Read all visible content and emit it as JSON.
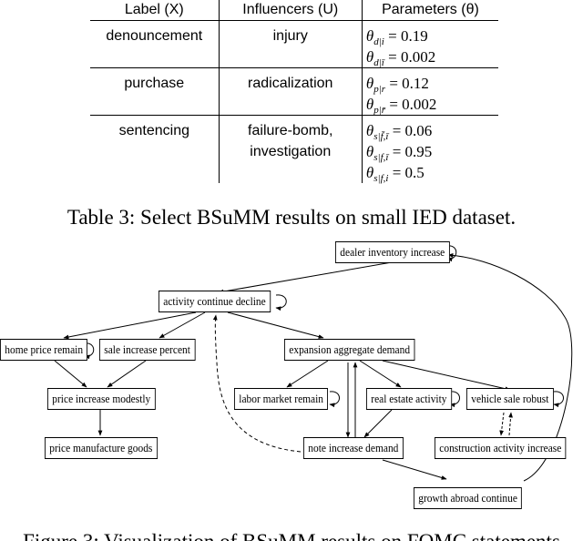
{
  "table": {
    "headers": [
      "Label (X)",
      "Influencers (U)",
      "Parameters (θ)"
    ],
    "rows": [
      {
        "label": "denouncement",
        "influencers": [
          "injury"
        ],
        "params": [
          {
            "sub": "d|i",
            "value": "= 0.19"
          },
          {
            "sub": "d|ī",
            "value": "= 0.002"
          }
        ]
      },
      {
        "label": "purchase",
        "influencers": [
          "radicalization"
        ],
        "params": [
          {
            "sub": "p|r",
            "value": "= 0.12"
          },
          {
            "sub": "p|r̄",
            "value": "= 0.002"
          }
        ]
      },
      {
        "label": "sentencing",
        "influencers": [
          "failure-bomb,",
          "investigation"
        ],
        "params": [
          {
            "sub": "s|f̄,ī",
            "value": "= 0.06"
          },
          {
            "sub": "s|f,ī",
            "value": "= 0.95"
          },
          {
            "sub": "s|f,i",
            "value": "= 0.5"
          }
        ]
      }
    ]
  },
  "caption": "Table 3: Select BSuMM results on small IED dataset.",
  "graph": {
    "nodes": [
      {
        "id": "dealer",
        "label": "dealer inventory increase"
      },
      {
        "id": "activity",
        "label": "activity continue decline"
      },
      {
        "id": "home",
        "label": "home price remain"
      },
      {
        "id": "sale",
        "label": "sale increase percent"
      },
      {
        "id": "expansion",
        "label": "expansion aggregate demand"
      },
      {
        "id": "price_inc",
        "label": "price increase modestly"
      },
      {
        "id": "labor",
        "label": "labor market remain"
      },
      {
        "id": "real_estate",
        "label": "real estate activity"
      },
      {
        "id": "vehicle",
        "label": "vehicle sale robust"
      },
      {
        "id": "construction",
        "label": "construction activity increase"
      },
      {
        "id": "note",
        "label": "note increase demand"
      },
      {
        "id": "price_man",
        "label": "price manufacture goods"
      },
      {
        "id": "growth",
        "label": "growth abroad continue"
      }
    ]
  },
  "figure_caption": "Figure 3: Visualization of BSuMM results on FOMC statements"
}
